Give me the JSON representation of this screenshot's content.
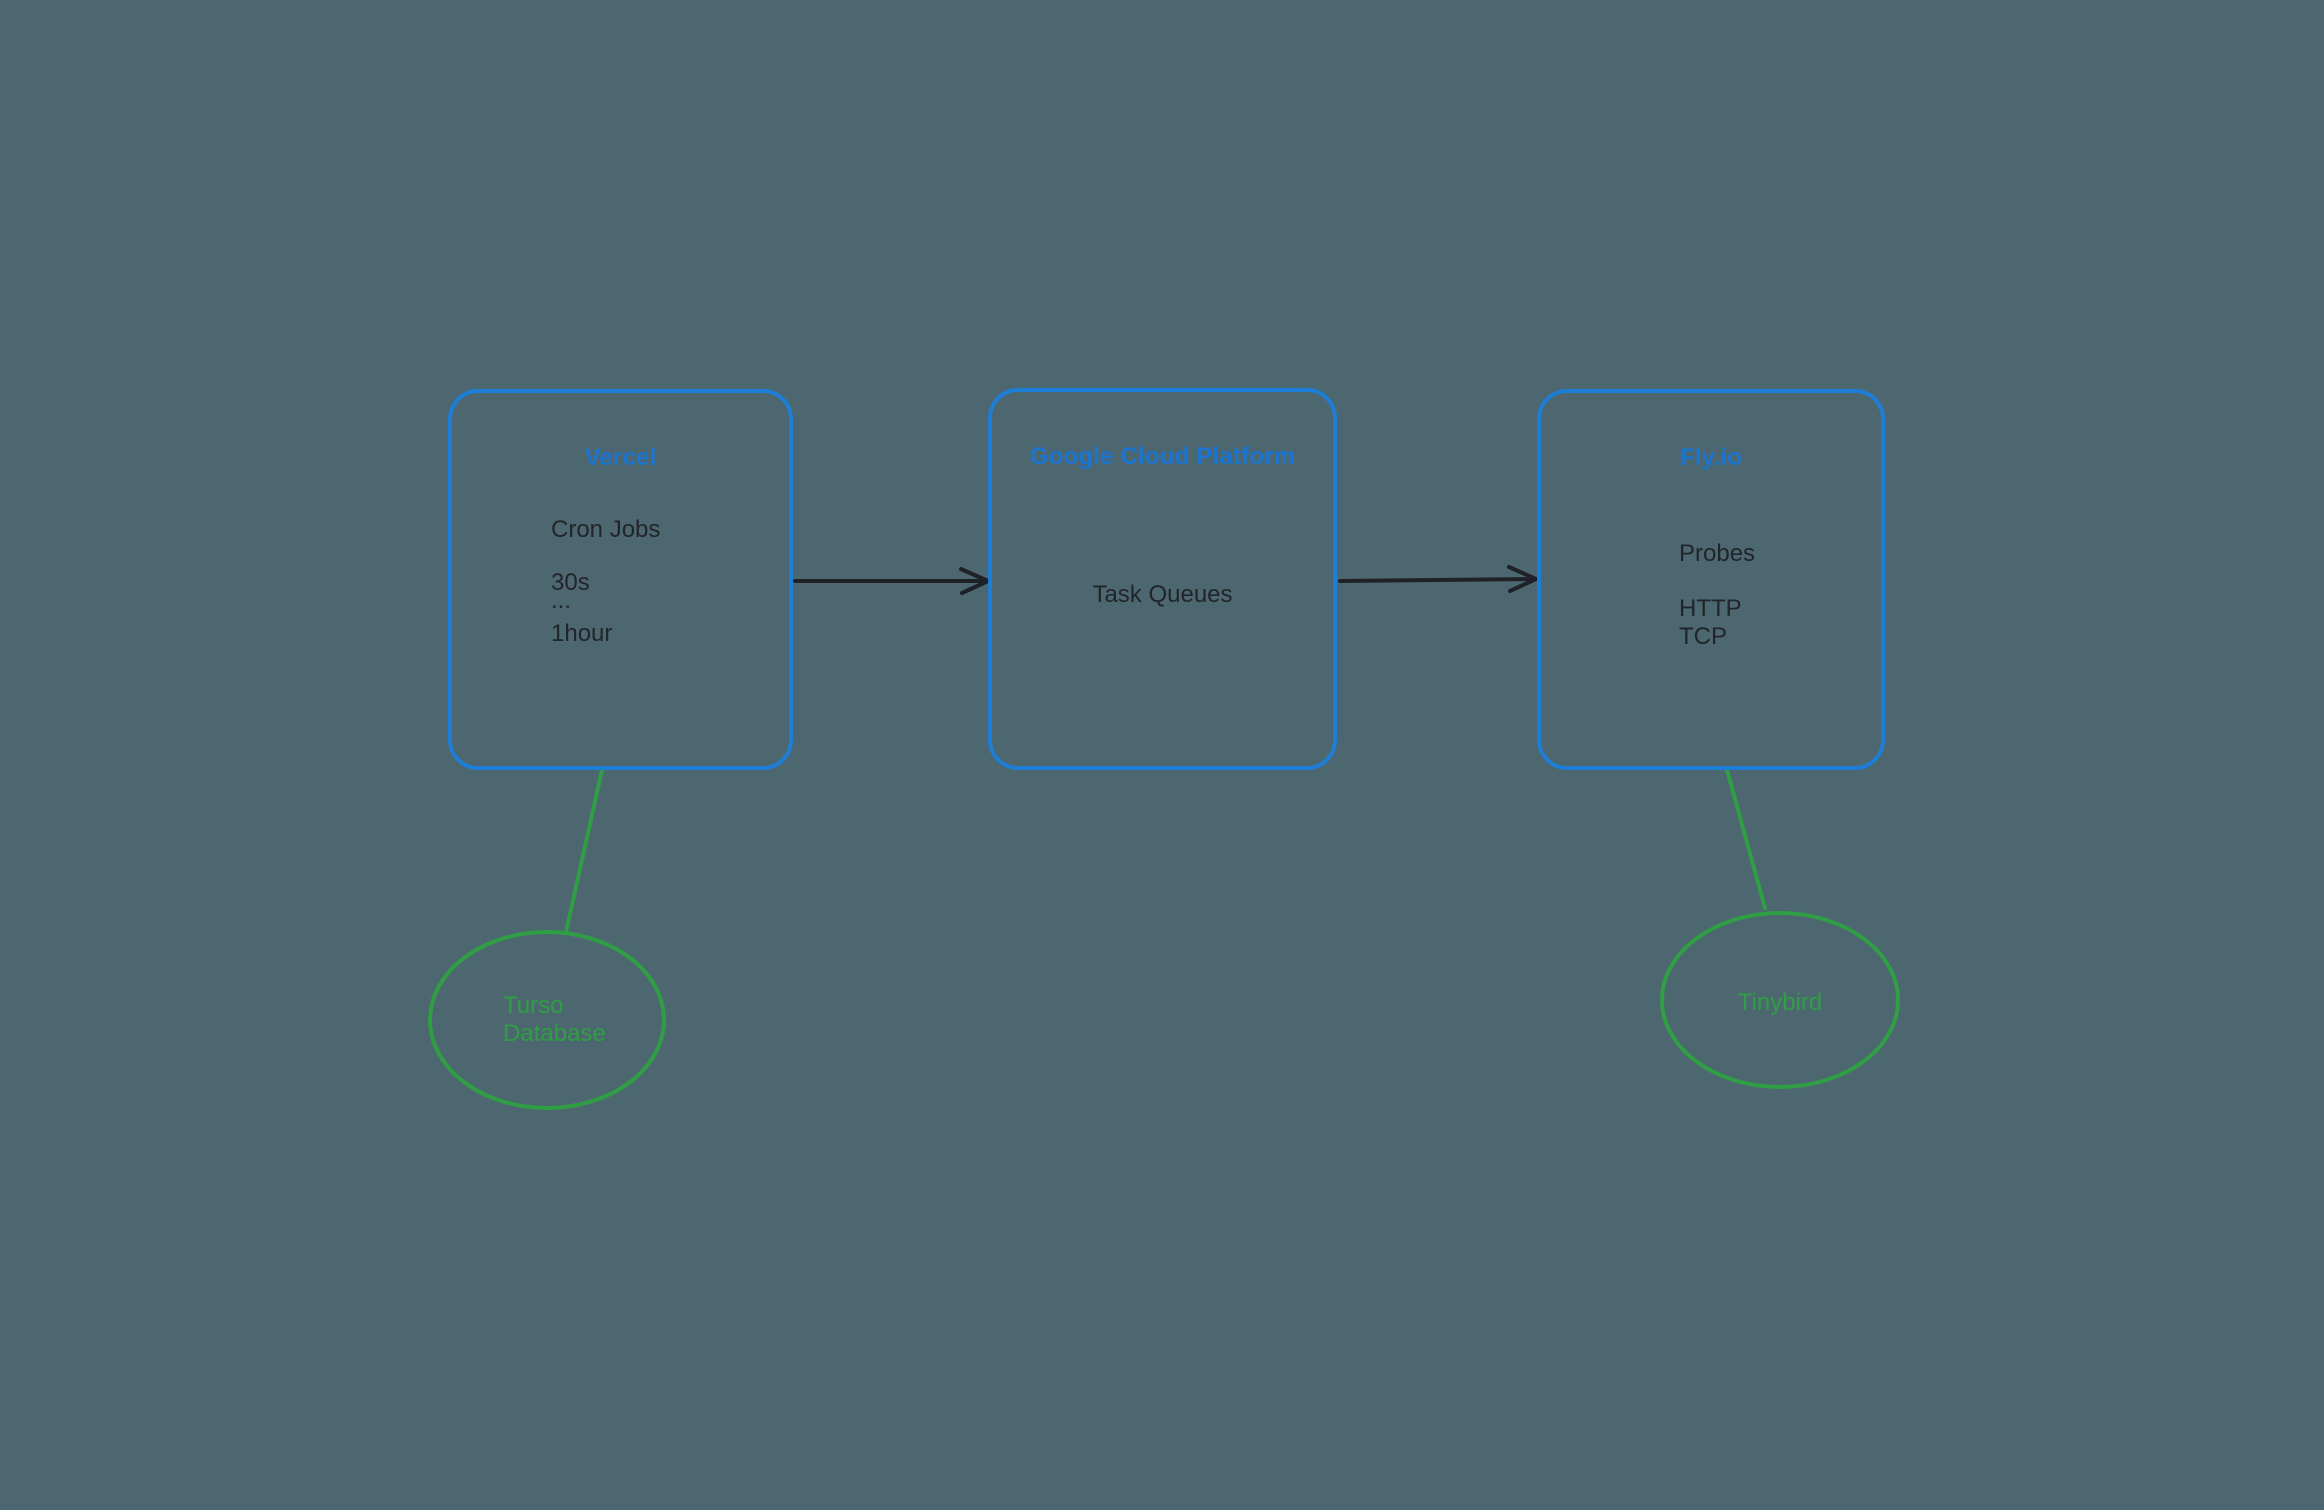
{
  "canvas": {
    "background": "#4d6770"
  },
  "colors": {
    "node_border": "#1c7ed6",
    "node_title": "#1b74d0",
    "body_text": "#212529",
    "arrow": "#1e2228",
    "green": "#2f9e44"
  },
  "nodes": {
    "vercel": {
      "title": "Vercel",
      "heading": "Cron Jobs",
      "interval_start": "30s",
      "interval_ellipsis": "...",
      "interval_end": "1hour"
    },
    "gcp": {
      "title": "Google Cloud Platform",
      "body": "Task Queues"
    },
    "fly": {
      "title": "Fly.io",
      "heading": "Probes",
      "protocol_http": "HTTP",
      "protocol_tcp": "TCP"
    }
  },
  "databases": {
    "turso": {
      "name_line1": "Turso",
      "name_line2": "Database"
    },
    "tinybird": {
      "name": "Tinybird"
    }
  }
}
